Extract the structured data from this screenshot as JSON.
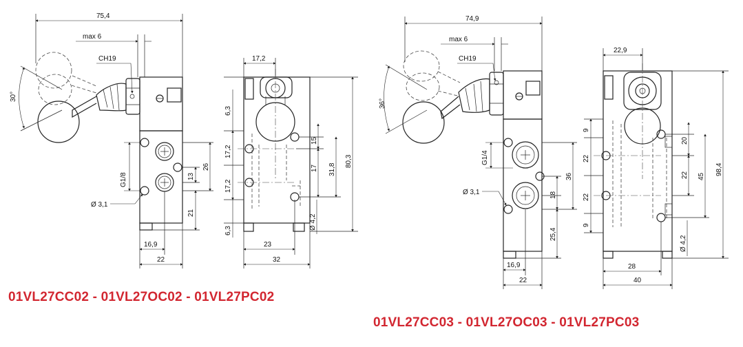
{
  "colors": {
    "caption": "#d22630",
    "lines": "#222222"
  },
  "left_assembly": {
    "caption": "01VL27CC02 - 01VL27OC02 - 01VL27PC02",
    "side_view": {
      "overall_width": "75,4",
      "lever_travel": "max 6",
      "hex_nut": "CH19",
      "angle": "30°",
      "port_thread": "G1/8",
      "mount_hole": "Ø 3,1",
      "dim_26": "26",
      "dim_13": "13",
      "dim_21": "21",
      "dim_16_9": "16,9",
      "dim_22": "22"
    },
    "front_view": {
      "width_top": "17,2",
      "dim_6_3_top": "6,3",
      "dim_17_2_a": "17,2",
      "dim_17_2_b": "17,2",
      "dim_6_3_bottom": "6,3",
      "dim_15": "15",
      "dim_17": "17",
      "dim_31_8": "31,8",
      "height": "80,3",
      "hole_dia": "Ø 4,2",
      "dim_23": "23",
      "dim_32": "32"
    }
  },
  "right_assembly": {
    "caption": "01VL27CC03 - 01VL27OC03 - 01VL27PC03",
    "side_view": {
      "overall_width": "74,9",
      "lever_travel": "max 6",
      "hex_nut": "CH19",
      "angle": "36°",
      "port_thread": "G1/4",
      "mount_hole": "Ø 3,1",
      "dim_36": "36",
      "dim_18": "18",
      "dim_25_4": "25,4",
      "dim_16_9": "16,9",
      "dim_22": "22"
    },
    "front_view": {
      "width_top": "22,9",
      "dim_9_top": "9",
      "dim_22_a": "22",
      "dim_22_b": "22",
      "dim_9_bottom": "9",
      "dim_20": "20",
      "dim_22_c": "22",
      "dim_45": "45",
      "height": "98,4",
      "hole_dia": "Ø 4,2",
      "dim_28": "28",
      "dim_40": "40"
    }
  }
}
